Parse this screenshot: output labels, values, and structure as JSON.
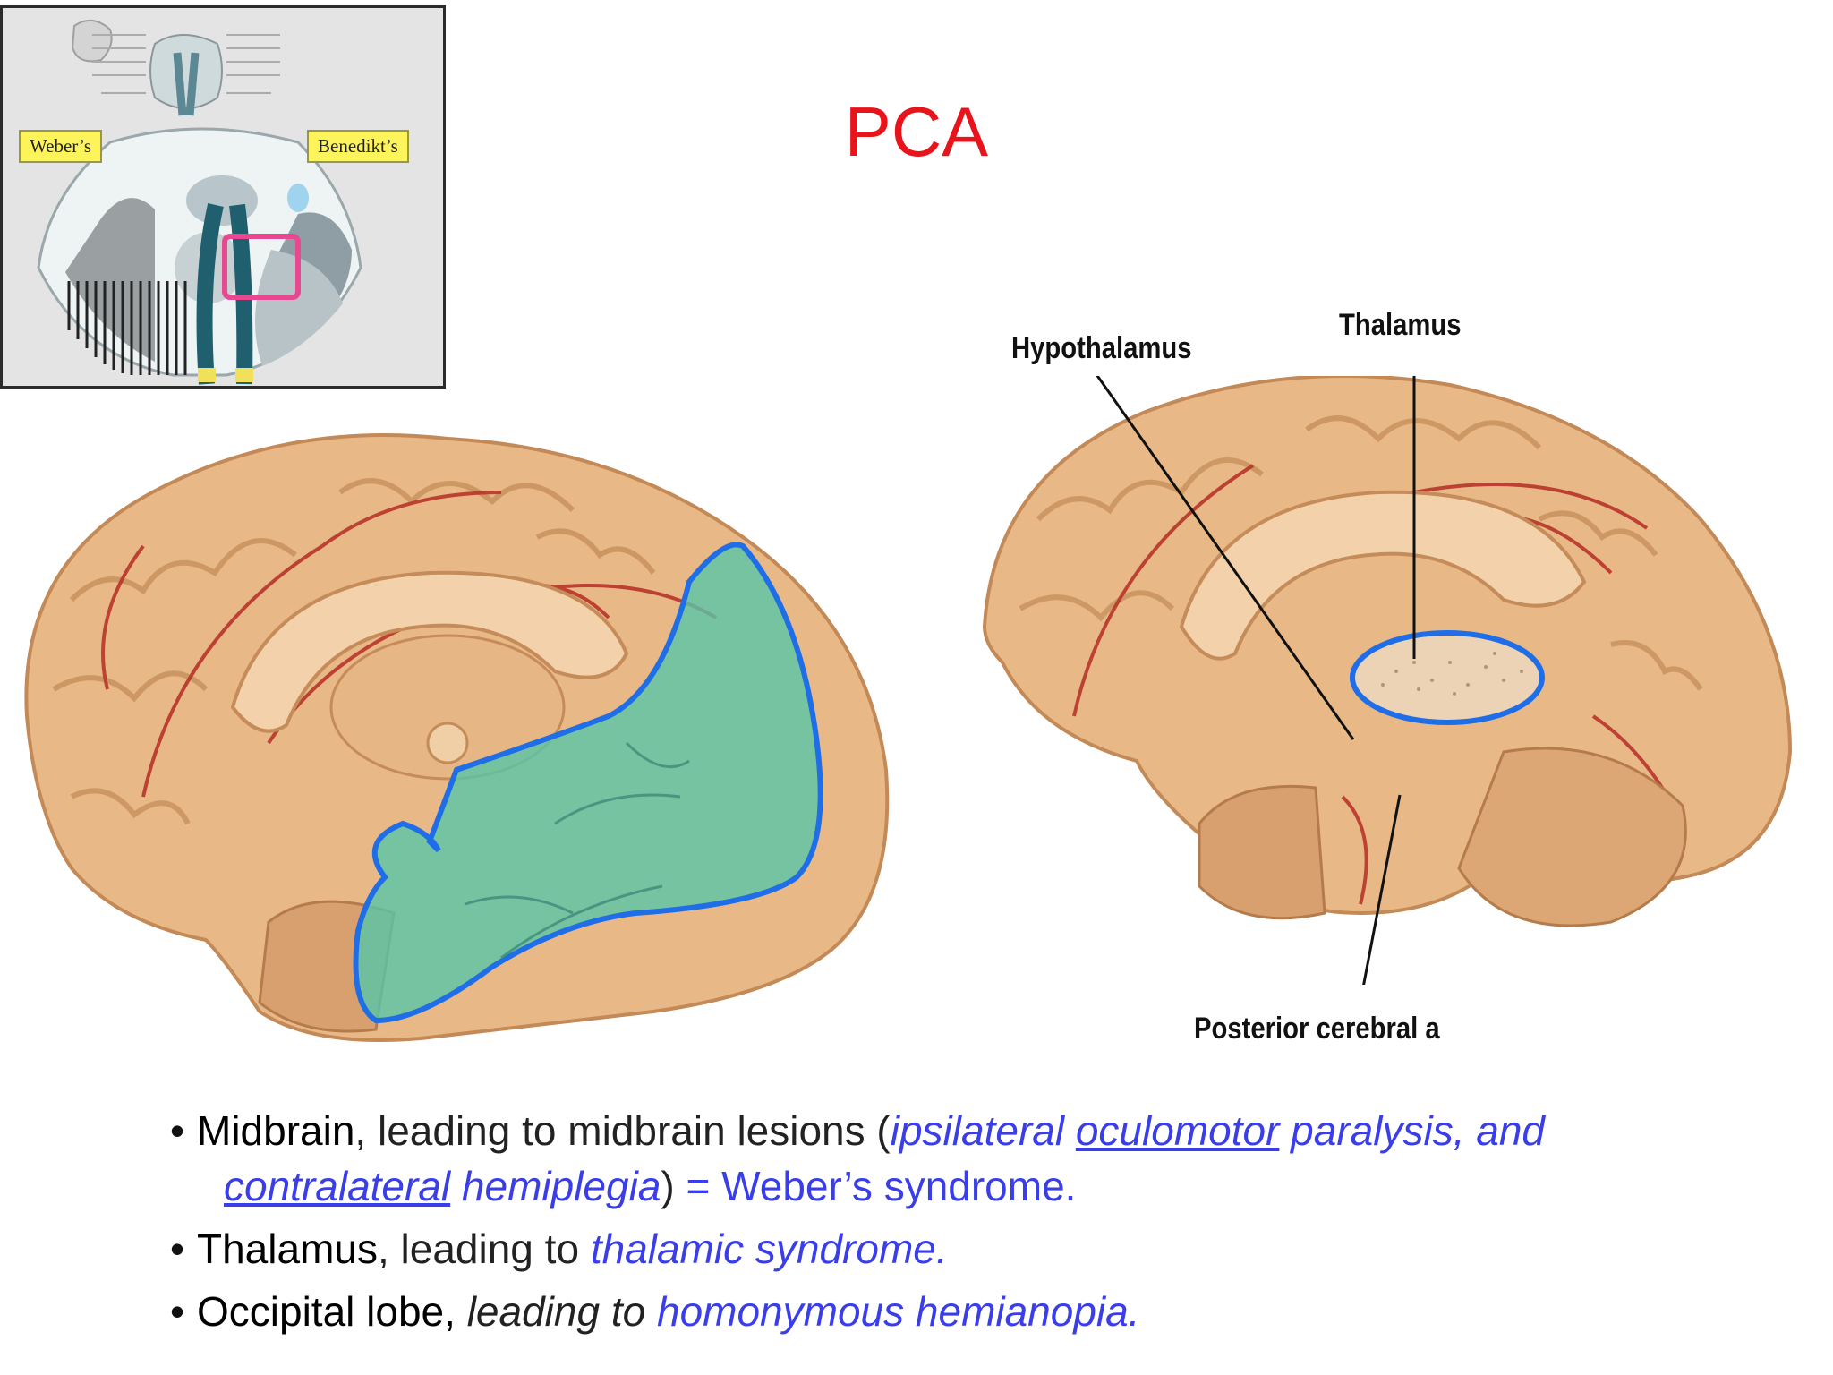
{
  "slide": {
    "title": "PCA",
    "inset": {
      "label_left": "Weber’s",
      "label_right": "Benedikt’s"
    },
    "labels": {
      "thalamus": "Thalamus",
      "hypothalamus": "Hypothalamus",
      "posterior_cerebral": "Posterior cerebral a"
    },
    "bullets": [
      {
        "term": "Midbrain",
        "t1": ", leading to midbrain lesions (",
        "b1": "ipsilateral",
        "sp1": " ",
        "b2": "oculomotor",
        "b3": " paralysis, and",
        "b4": "contralateral",
        "b5": " hemiplegia",
        "t2": ")",
        "t3": " = Weber’s syndrome."
      },
      {
        "term": "Thalamus",
        "t1": ", leading to ",
        "b1": "thalamic syndrome."
      },
      {
        "term": "Occipital lobe,",
        "t1": " leading to ",
        "b1": "homonymous hemianopia."
      }
    ],
    "colors": {
      "title": "#e8141b",
      "highlight_blue": "#3a3ee8",
      "region_outline": "#1f6ee8",
      "occipital_fill": "#57c6a8",
      "brain_tissue": "#e9b887",
      "artery": "#b8352a"
    }
  }
}
